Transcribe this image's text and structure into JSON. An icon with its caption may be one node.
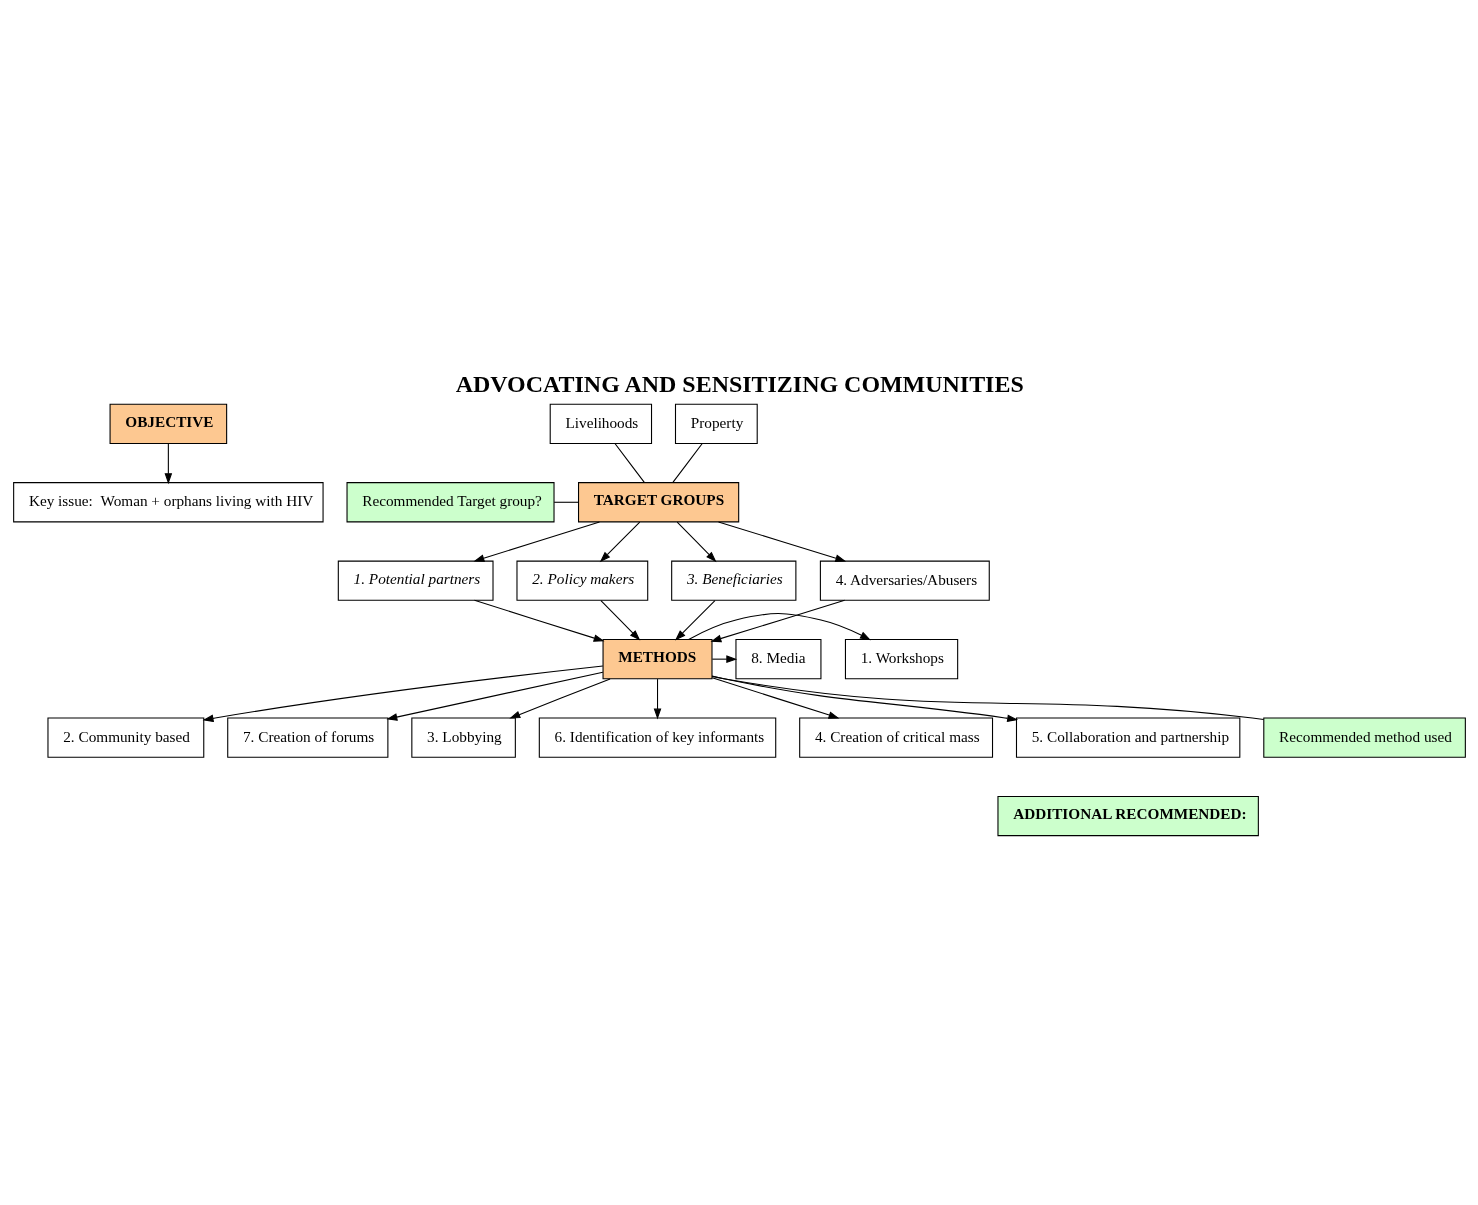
{
  "diagram": {
    "title": "ADVOCATING AND SENSITIZING COMMUNITIES",
    "nodes": [
      {
        "text": [
          "OBJECTIVE"
        ]
      },
      {
        "text": [
          "Key issue:  Woman + orphans living with HIV"
        ]
      },
      {
        "text": [
          "Livelihoods"
        ]
      },
      {
        "text": [
          "Property"
        ]
      },
      {
        "text": [
          "Recommended Target group?"
        ]
      },
      {
        "text": [
          "TARGET GROUPS"
        ]
      },
      {
        "text": [
          "1. Potential partners"
        ]
      },
      {
        "text": [
          "2. Policy makers"
        ]
      },
      {
        "text": [
          "3. Beneficiaries"
        ]
      },
      {
        "text": [
          "4. Adversaries/Abusers"
        ]
      },
      {
        "text": [
          "1. Workshops"
        ]
      },
      {
        "text": [
          "METHODS"
        ]
      },
      {
        "text": [
          "8. Media"
        ]
      },
      {
        "text": [
          "2. Community based"
        ]
      },
      {
        "text": [
          "Recommended method used"
        ]
      },
      {
        "text": [
          "7. Creation of forums"
        ]
      },
      {
        "text": [
          "3. Lobbying"
        ]
      },
      {
        "text": [
          "6. Identification of key informants"
        ]
      },
      {
        "text": [
          "4. Creation of critical mass"
        ]
      },
      {
        "text": [
          "5. Collaboration and partnership"
        ]
      },
      {
        "text": [
          "ADDITIONAL RECOMMENDED:"
        ]
      }
    ],
    "edges": [
      {
        "from": 0,
        "to": 1,
        "arrow": "to"
      },
      {
        "from": 2,
        "to": 5,
        "arrow": "none"
      },
      {
        "from": 3,
        "to": 5,
        "arrow": "none"
      },
      {
        "from": 4,
        "to": 5,
        "arrow": "none"
      },
      {
        "from": 5,
        "to": 6,
        "arrow": "to"
      },
      {
        "from": 5,
        "to": 7,
        "arrow": "to"
      },
      {
        "from": 5,
        "to": 8,
        "arrow": "to"
      },
      {
        "from": 5,
        "to": 9,
        "arrow": "to"
      },
      {
        "from": 6,
        "to": 11,
        "arrow": "to"
      },
      {
        "from": 7,
        "to": 11,
        "arrow": "to"
      },
      {
        "from": 8,
        "to": 11,
        "arrow": "to"
      },
      {
        "from": 9,
        "to": 11,
        "arrow": "to"
      },
      {
        "from": 11,
        "to": 10,
        "arrow": "to"
      },
      {
        "from": 11,
        "to": 12,
        "arrow": "to"
      },
      {
        "from": 11,
        "to": 13,
        "arrow": "to"
      },
      {
        "from": 14,
        "to": 11,
        "arrow": "none"
      },
      {
        "from": 11,
        "to": 15,
        "arrow": "to"
      },
      {
        "from": 11,
        "to": 16,
        "arrow": "to"
      },
      {
        "from": 11,
        "to": 17,
        "arrow": "to"
      },
      {
        "from": 11,
        "to": 18,
        "arrow": "to"
      },
      {
        "from": 11,
        "to": 19,
        "arrow": "to"
      }
    ]
  }
}
